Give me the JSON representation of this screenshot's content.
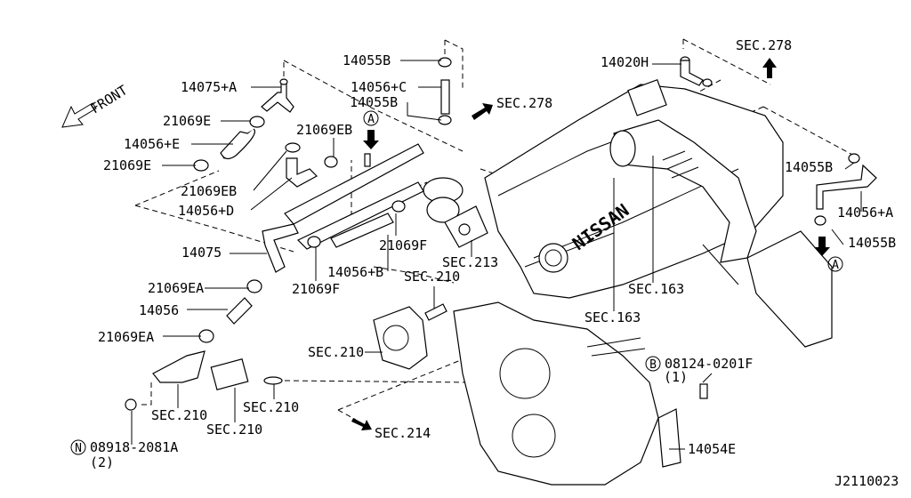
{
  "diagram": {
    "direction_label": "FRONT",
    "drawing_code": "J2110023",
    "callouts": {
      "c14075A": "14075+A",
      "c21069E_1": "21069E",
      "c14056E": "14056+E",
      "c21069E_2": "21069E",
      "c21069EB_1": "21069EB",
      "c21069EB_2": "21069EB",
      "c14056D": "14056+D",
      "c14075": "14075",
      "c21069EA_1": "21069EA",
      "c14056": "14056",
      "c21069EA_2": "21069EA",
      "c14055B_1": "14055B",
      "c14056C": "14056+C",
      "c14055B_2": "14055B",
      "c21069F_1": "21069F",
      "c14056B": "14056+B",
      "c21069F_2": "21069F",
      "c14020H": "14020H",
      "c14055B_3": "14055B",
      "c14056A": "14056+A",
      "c14055B_4": "14055B",
      "c14054E": "14054E"
    },
    "sections": {
      "s278_1": "SEC.278",
      "s278_2": "SEC.278",
      "s213": "SEC.213",
      "s210_1": "SEC.210",
      "s210_2": "SEC.210",
      "s210_3": "SEC.210",
      "s210_4": "SEC.210",
      "s210_5": "SEC.210",
      "s214": "SEC.214",
      "s163_1": "SEC.163",
      "s163_2": "SEC.163"
    },
    "ref_markers": {
      "a1": "A",
      "a2": "A"
    },
    "fasteners": {
      "nut": {
        "symbol": "N",
        "part": "08918-2081A",
        "qty": "(2)"
      },
      "bolt": {
        "symbol": "B",
        "part": "08124-0201F",
        "qty": "(1)"
      }
    },
    "engine_brand": "NISSAN"
  }
}
